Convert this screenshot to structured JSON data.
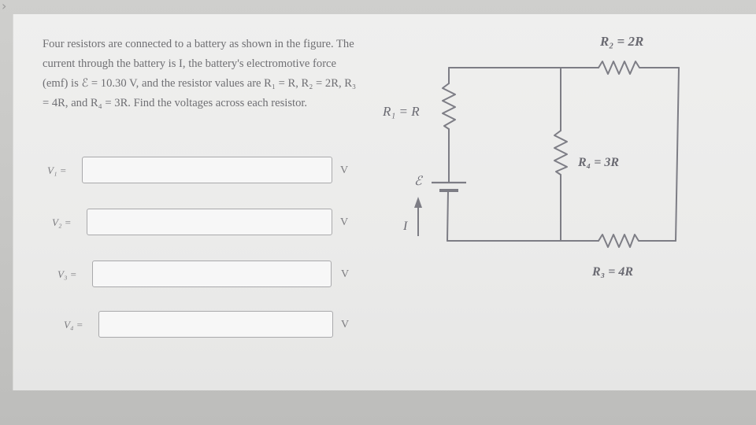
{
  "nav": {
    "arrow_icon": "chevron-right-icon"
  },
  "problem": {
    "text": "Four resistors are connected to a battery as shown in the figure. The current through the battery is I, the battery's electromotive force (emf) is ℰ = 10.30 V, and the resistor values are R₁ = R, R₂ = 2R, R₃ = 4R, and R₄ = 3R. Find the voltages across each resistor."
  },
  "answers": [
    {
      "label": "V₁ =",
      "value": "",
      "unit": "V"
    },
    {
      "label": "V₂ =",
      "value": "",
      "unit": "V"
    },
    {
      "label": "V₃ =",
      "value": "",
      "unit": "V"
    },
    {
      "label": "V₄ =",
      "value": "",
      "unit": "V"
    }
  ],
  "circuit": {
    "r1_label": "R₁ = R",
    "r2_label": "R₂ = 2R",
    "r3_label": "R₃ = 4R",
    "r4_label": "R₄ = 3R",
    "emf_label": "ℰ",
    "current_label": "I"
  },
  "colors": {
    "wire": "#7d7d85",
    "text": "#6f6f73",
    "input_border": "#a9a9ab"
  }
}
